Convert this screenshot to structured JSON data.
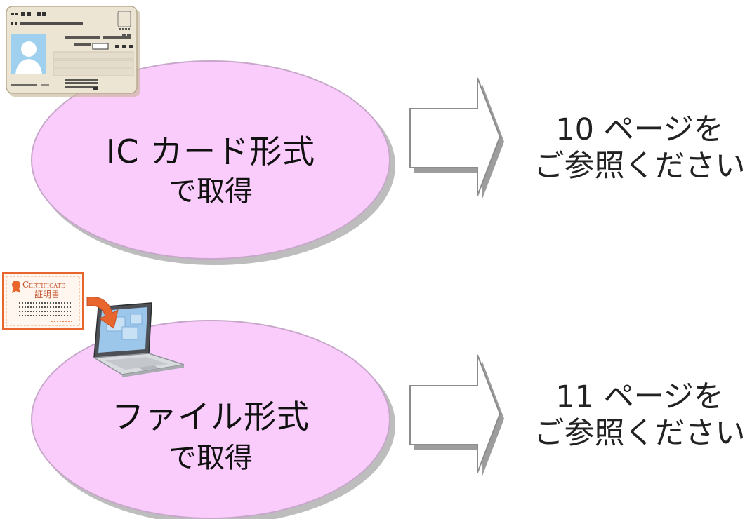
{
  "colors": {
    "oval_fill": "#f9ccfb",
    "oval_border": "#c7a7c9",
    "shadow": "#bdbdbd",
    "arrow_stroke": "#8c8c8c",
    "accent_orange": "#e8652e",
    "screen_blue": "#9cc6ea"
  },
  "rows": [
    {
      "title": "IC カード形式",
      "subtitle": "で取得",
      "icon": "id-card-icon",
      "ref_line1": "10 ページを",
      "ref_line2": "ご参照ください"
    },
    {
      "title": "ファイル形式",
      "subtitle": "で取得",
      "icon": "certificate-to-laptop-icon",
      "ref_line1": "11 ページを",
      "ref_line2": "ご参照ください"
    }
  ],
  "certificate": {
    "heading": "Certificate",
    "japanese": "証明書"
  }
}
